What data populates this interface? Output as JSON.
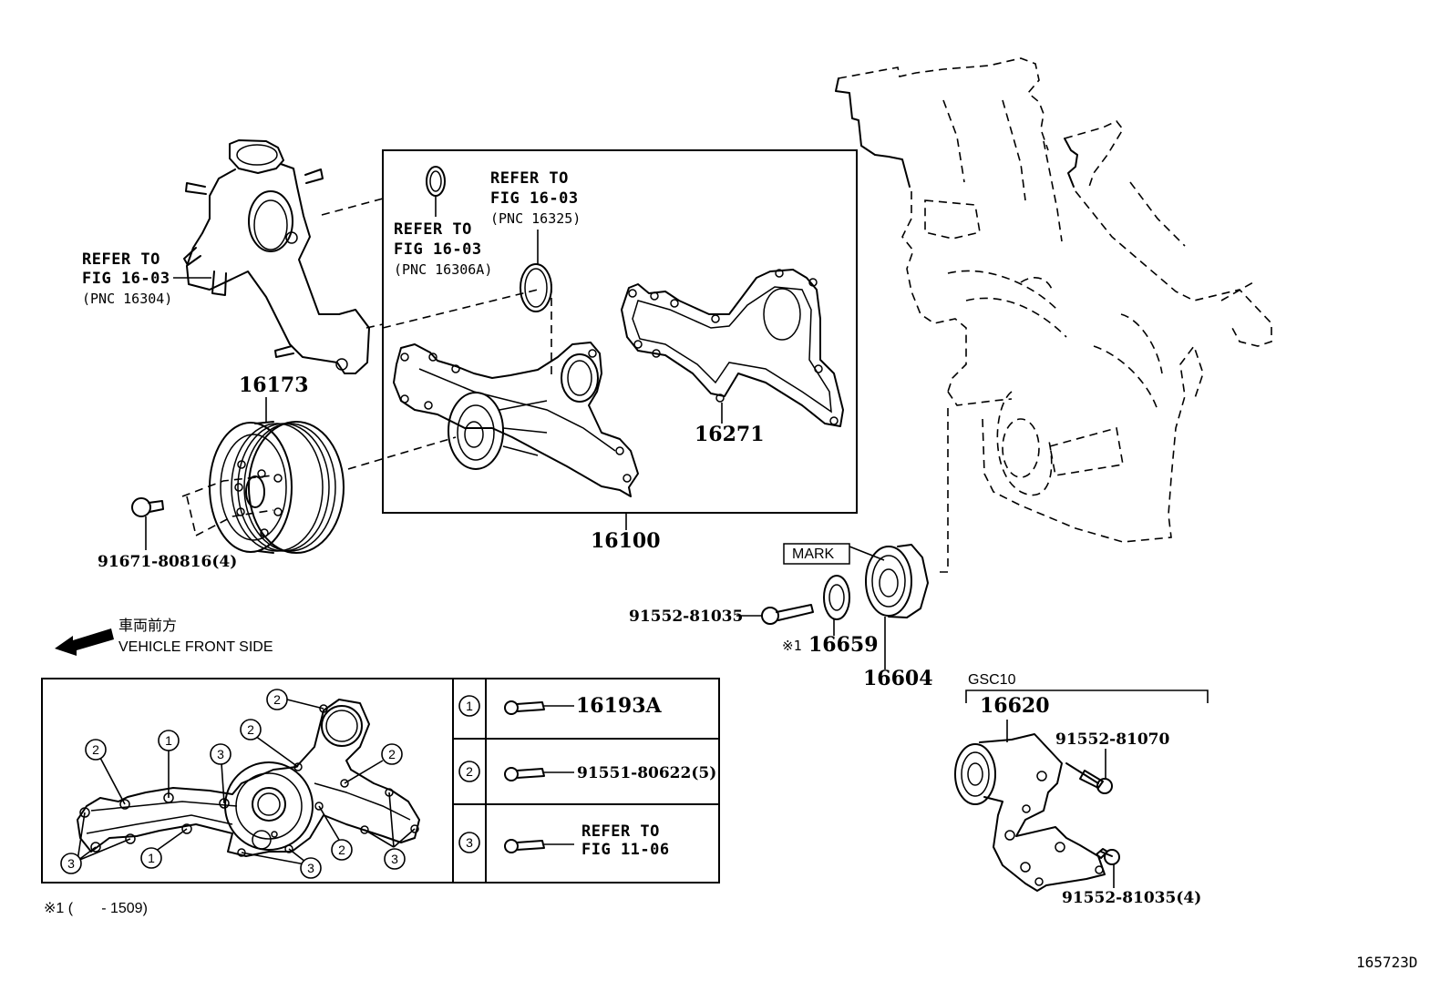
{
  "document": {
    "figure_id": "165723D",
    "footnote": "※1 (       - 1509)"
  },
  "direction": {
    "label_jp": "車両前方",
    "label_en": "VEHICLE FRONT SIDE",
    "icon": "arrow-left-icon"
  },
  "references": [
    {
      "line1": "REFER TO",
      "line2": "FIG 16-03",
      "pnc": "(PNC 16304)"
    },
    {
      "line1": "REFER TO",
      "line2": "FIG 16-03",
      "pnc": "(PNC 16306A)"
    },
    {
      "line1": "REFER TO",
      "line2": "FIG 16-03",
      "pnc": "(PNC 16325)"
    }
  ],
  "parts": {
    "pulley": "16173",
    "pulley_bolt": "91671-80816(4)",
    "water_pump_assy": "16100",
    "gasket": "16271",
    "idler_pulley": "16604",
    "idler_bolt": "91552-81035",
    "idler_cover_prefix": "※1",
    "idler_cover": "16659",
    "mark_label": "MARK",
    "tensioner_group": "GSC10",
    "tensioner": "16620",
    "tensioner_bolt_1": "91552-81070",
    "tensioner_bolt_2": "91552-81035(4)"
  },
  "bolt_legend": {
    "callouts_in_diagram": [
      "2",
      "2",
      "1",
      "3",
      "2",
      "2",
      "3",
      "1",
      "3",
      "2",
      "3"
    ],
    "rows": [
      {
        "num": "1",
        "part": "16193A",
        "ref1": "",
        "ref2": ""
      },
      {
        "num": "2",
        "part": "91551-80622(5)",
        "ref1": "",
        "ref2": ""
      },
      {
        "num": "3",
        "part": "",
        "ref1": "REFER TO",
        "ref2": "FIG 11-06"
      }
    ]
  }
}
